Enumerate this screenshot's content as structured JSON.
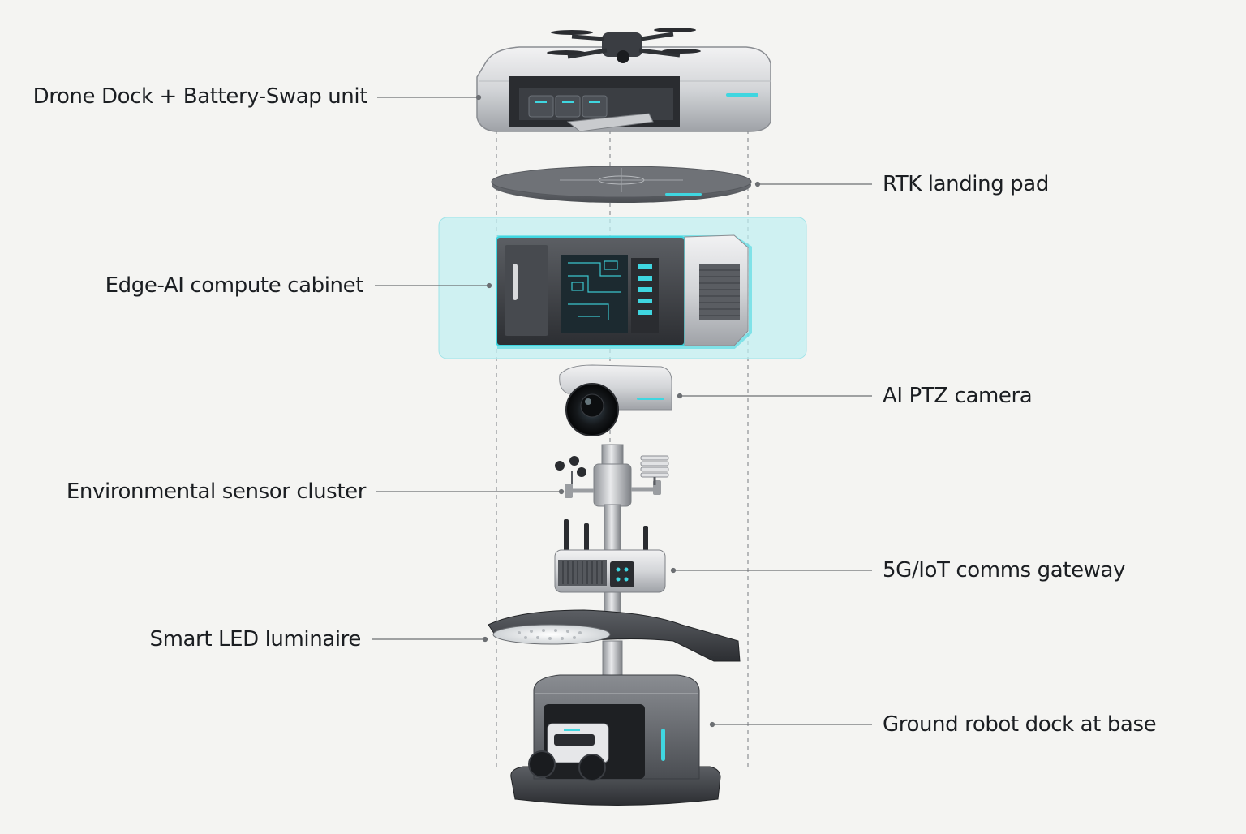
{
  "labels": {
    "drone_dock": "Drone Dock + Battery-Swap unit",
    "rtk_pad": "RTK landing pad",
    "edge_ai": "Edge-AI compute cabinet",
    "ptz_camera": "AI PTZ camera",
    "env_sensor": "Environmental sensor cluster",
    "gateway": "5G/IoT comms gateway",
    "led": "Smart LED luminaire",
    "robot_dock": "Ground robot dock at base"
  },
  "colors": {
    "background": "#f4f4f2",
    "accent_cyan": "#3fd6e0",
    "highlight_box": "#bfeff2",
    "metal_light": "#d9dadc",
    "metal_dark": "#4a4d52",
    "leader_line": "#6c6f73",
    "text": "#1b1e22"
  }
}
